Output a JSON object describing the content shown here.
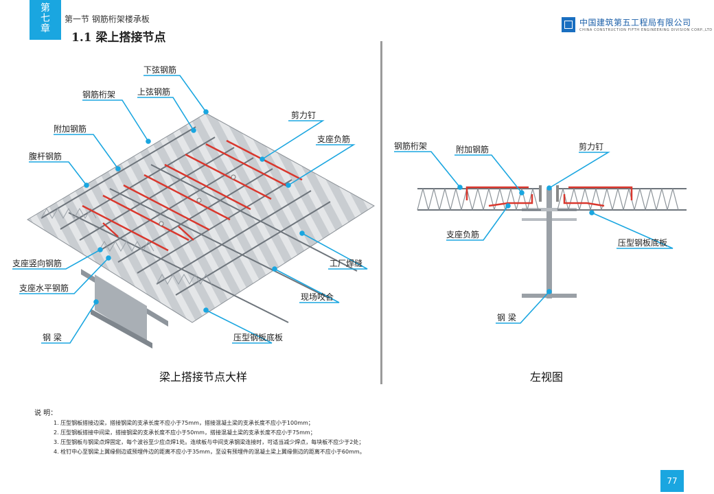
{
  "header": {
    "chapter_tab": [
      "第",
      "七",
      "章"
    ],
    "section": "第一节  钢筋桁架楼承板",
    "title": "1.1  梁上搭接节点",
    "company_cn": "中国建筑第五工程局有限公司",
    "company_en": "CHINA CONSTRUCTION FIFTH ENGINEERING DIVISION CORP.,LTD"
  },
  "left_figure": {
    "caption": "梁上搭接节点大样",
    "labels": {
      "bottom_chord": "下弦钢筋",
      "truss": "钢筋桁架",
      "top_chord": "上弦钢筋",
      "shear_stud": "剪力钉",
      "additional_bar": "附加钢筋",
      "support_neg_bar": "支座负筋",
      "web_bar": "腹杆钢筋",
      "support_vertical_bar": "支座竖向钢筋",
      "factory_weld": "工厂焊缝",
      "support_horizontal_bar": "支座水平钢筋",
      "site_interlock": "现场咬合",
      "steel_beam": "钢  梁",
      "deck_base": "压型钢板底板"
    }
  },
  "right_figure": {
    "caption": "左视图",
    "labels": {
      "truss": "钢筋桁架",
      "additional_bar": "附加钢筋",
      "shear_stud": "剪力钉",
      "support_neg_bar": "支座负筋",
      "deck_base": "压型钢板底板",
      "steel_beam": "钢  梁"
    }
  },
  "notes": {
    "heading": "说  明：",
    "items": [
      "1. 压型钢板搭接边梁，搭接钢梁的支承长度不应小于75mm，搭接混凝土梁的支承长度不应小于100mm；",
      "2. 压型钢板搭接中间梁，搭接钢梁的支承长度不应小于50mm，搭接混凝土梁的支承长度不应小于75mm；",
      "3. 压型钢板与钢梁点焊固定，每个波谷至少应点焊1处。连续板与中间支承钢梁连接时，可适当减少焊点，每块板不应少于2处；",
      "4. 栓钉中心至钢梁上翼缘侧边或预埋件边的距离不应小于35mm，至设有预埋件的混凝土梁上翼缘侧边的距离不应小于60mm。"
    ]
  },
  "page_number": "77",
  "colors": {
    "accent": "#1aa6e0",
    "rebar_red": "#d9372d",
    "steel_gray": "#9aa0a6"
  }
}
